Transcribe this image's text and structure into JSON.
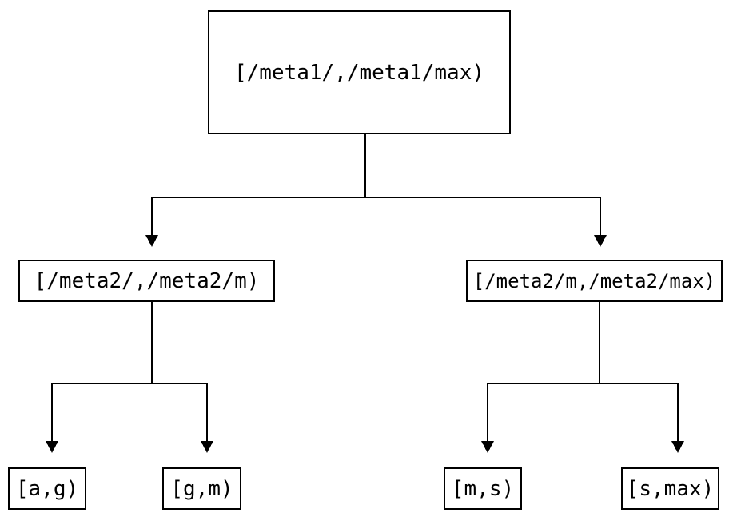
{
  "diagram": {
    "type": "binary-interval-partition-tree",
    "colors": {
      "background": "#ffffff",
      "node_fill": "#ffffff",
      "node_border": "#000000",
      "line": "#000000",
      "text": "#000000"
    },
    "nodes": {
      "root": {
        "label": "[/meta1/,/meta1/max)"
      },
      "l": {
        "label": "[/meta2/,/meta2/m)"
      },
      "r": {
        "label": "[/meta2/m,/meta2/max)"
      },
      "ll": {
        "label": "[a,g)"
      },
      "lr": {
        "label": "[g,m)"
      },
      "rl": {
        "label": "[m,s)"
      },
      "rr": {
        "label": "[s,max)"
      }
    },
    "edges": [
      {
        "from": "root",
        "to": "l"
      },
      {
        "from": "root",
        "to": "r"
      },
      {
        "from": "l",
        "to": "ll"
      },
      {
        "from": "l",
        "to": "lr"
      },
      {
        "from": "r",
        "to": "rl"
      },
      {
        "from": "r",
        "to": "rr"
      }
    ]
  }
}
